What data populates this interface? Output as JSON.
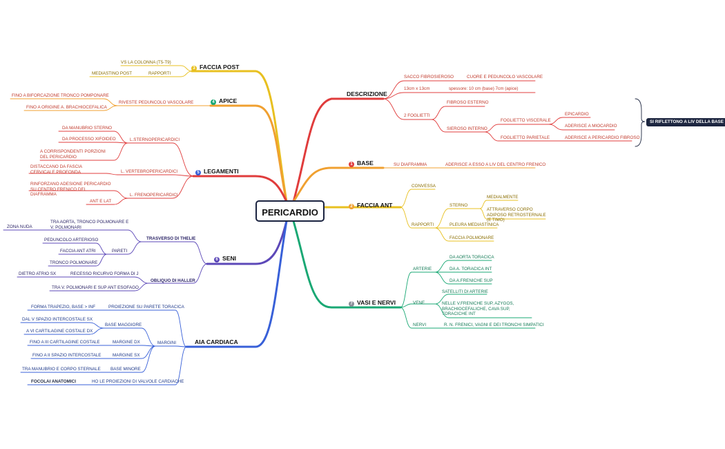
{
  "center": {
    "label": "PERICARDIO"
  },
  "colors": {
    "red": "#e03c3c",
    "orange": "#f0a030",
    "yellow": "#e8c020",
    "green": "#1aa874",
    "blue": "#3860d8",
    "purple": "#5c48b8",
    "dark": "#1d2640"
  },
  "branches": {
    "descrizione": {
      "title": "DESCRIZIONE",
      "sacco": "SACCO FIBROSIEROSO",
      "cuore": "CUORE E PEDUNCOLO VASCOLARE",
      "dim": "13cm x 13cm",
      "spessore": "spessore: 10 cm (base) 7cm (apice)",
      "foglietti": "2 FOGLIETTI",
      "fibroso": "FIBROSO ESTERNO",
      "sieroso": "SIEROSO INTERNO",
      "viscerale": "FOGLIETTO VISCERALE",
      "epicardio": "EPICARDIO",
      "miocardio": "ADERISCE A MIOCARDIO",
      "parietale": "FOGLIETTO PARIETALE",
      "peri_fibroso": "ADERISCE A PERICARDIO FIBROSO",
      "note": "SI RIFLETTONO A LIV DELLA BASE"
    },
    "base": {
      "num": "1",
      "title": "BASE",
      "diaframma": "SU DIAFRAMMA",
      "centro": "ADERISCE A ESSO A LIV DEL CENTRO FRENICO"
    },
    "faccia_ant": {
      "num": "2",
      "title": "FACCIA ANT",
      "convessa": "CONVESSA",
      "rapporti": "RAPPORTI",
      "sterno": "STERNO",
      "medialmente": "MEDIALMENTE",
      "adiposo": "ATTRAVERSO CORPO ADIPOSO RETROSTERNALE (E TIMO)",
      "pleura": "PLEURA MEDIASTINICA",
      "polmonare": "FACCIA POLMONARE"
    },
    "vasi": {
      "num": "7",
      "title": "VASI E NERVI",
      "arterie": "ARTERIE",
      "a1": "DA AORTA TORACICA",
      "a2": "DA A. TORACICA INT",
      "a3": "DA A.FRENICHE SUP",
      "vene": "VENE",
      "v1": "SATELLITI DI ARTERIE",
      "v2": "NELLE V.FRENICHE SUP, AZYGOS, BRACHIOCEFALICHE, CAVA SUP, TORACICHE INT",
      "nervi": "NERVI",
      "n1": "R. N. FRENICI, VAGNI E DEI TRONCHI SIMPATICI"
    },
    "faccia_post": {
      "num": "3",
      "title": "FACCIA POST",
      "colonna": "VS LA COLONNA (T5-T9)",
      "rapporti": "RAPPORTI",
      "mediastino": "MEDIASTINO POST"
    },
    "apice": {
      "num": "4",
      "title": "APICE",
      "riveste": "RIVESTE PEDUNCOLO VASCOLARE",
      "biforcazione": "FINO A BIFORCAZIONE TRONCO POMPONARE",
      "origine": "FINO A ORIGINE A. BRACHIOCEFALICA"
    },
    "legamenti": {
      "num": "5",
      "title": "LEGAMENTI",
      "sterno": "L.STERNOPERICARDICI",
      "manubrio": "DA MANUBRIO STERNO",
      "xifoideo": "DA PROCESSO XIFOIDEO",
      "porzioni": "A CORRISPONDENTI PORZIONI DEL PERICARDIO",
      "vertebro": "L. VERTEBROPERICARDICI",
      "cervicale": "DISTACCANO DA FASCIA CERVICALE PROFONDA",
      "freno": "L. FRENOPERICARDICI",
      "rinforzano": "RINFORZANO ADESIONE PERICARDIO SU CENTRO FRENICO DEL DIAFRAMMA",
      "antlat": "ANT E LAT"
    },
    "seni": {
      "num": "6",
      "title": "SENI",
      "trasverso": "TRASVERSO DI THELIE",
      "tra_aorta": "TRA AORTA, TRONCO POLMONARE E V. POLMONARI",
      "zona": "ZONA NUDA",
      "pareti": "PARETI",
      "peduncolo": "PEDUNCOLO ARTERIOSO",
      "atri": "FACCIA ANT ATRI",
      "tronco": "TRONCO POLMONARE",
      "obliquo": "OBLIQUO DI HALLER",
      "recesso": "RECESSO RICURVO FORMA DI J",
      "dietro": "DIETRO ATRIO SX",
      "tra_v": "TRA V. POLMONARI E SUP ANT ESOFAGO"
    },
    "aia": {
      "title": "AIA CARDIACA",
      "proiezione": "PROIEZIONE SU PARETE TORACICA",
      "forma": "FORMA TRAPEZIO, BASE > INF",
      "margini": "MARGINI",
      "base_magg": "BASE MAGGIORE",
      "dal_v": "DAL V SPAZIO INTERCOSTALE SX",
      "a_vi": "A VI CARTILAGINE COSTALE DX",
      "margine_dx": "MARGINE DX",
      "fino_iii": "FINO A III CARTILAGINE COSTALE",
      "margine_sx": "MARGINE SX",
      "fino_ii": "FINO A II SPAZIO INTERCOSTALE",
      "base_min": "BASE MINORE",
      "tra_manubrio": "TRA MANUBRIO E CORPO STERNALE",
      "focolai": "FOCOLAI ANATOMICI",
      "proiezioni": "HO LE PROIEZIONI DI VALVOLE CARDIACHE"
    }
  }
}
